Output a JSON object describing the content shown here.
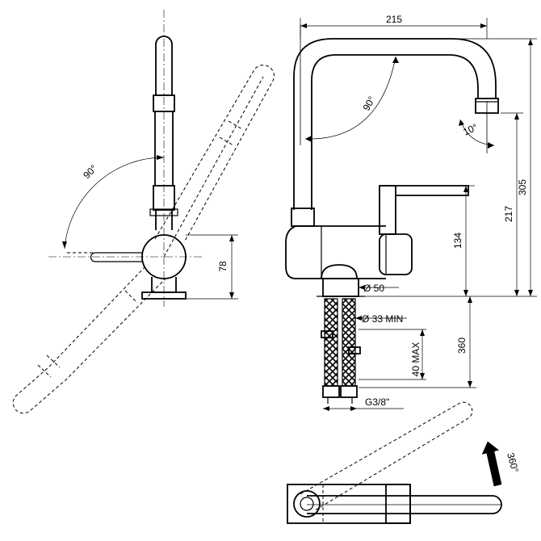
{
  "dimensions": {
    "width_215": "215",
    "height_305": "305",
    "height_217": "217",
    "height_134": "134",
    "height_78": "78",
    "hole_diameter": "Ø 50",
    "hole_min": "Ø 33 MIN",
    "hose_length": "360",
    "thickness_max": "40 MAX",
    "thread": "G3/8\""
  },
  "angles": {
    "side_swing": "90°",
    "spout_swing": "90°",
    "outlet_tilt": "10°",
    "rotation": "360°"
  }
}
